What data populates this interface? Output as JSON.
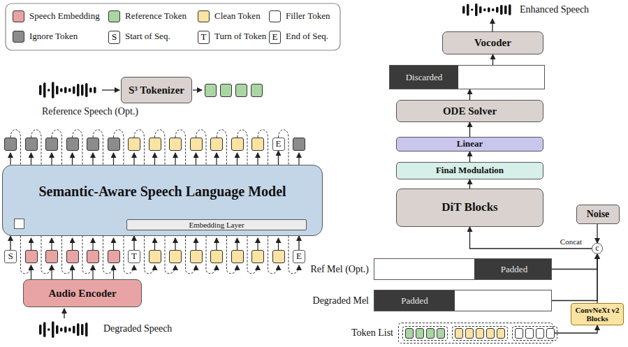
{
  "diagram": {
    "nodes": [
      {
        "text": [
          "S³ Tokenizer"
        ]
      },
      {
        "text": [
          "Semantic-Aware Speech Language Model"
        ]
      },
      {
        "text": [
          "Embedding Layer"
        ],
        "in": 1
      },
      {
        "text": [
          "S"
        ]
      },
      {
        "text": [
          "T"
        ]
      },
      {
        "text": [
          "E"
        ]
      },
      {
        "text": [
          "E"
        ]
      },
      {
        "text": [
          "Audio Encoder"
        ]
      },
      {
        "text": [
          "Vocoder"
        ]
      },
      {
        "text": [
          "Discarded"
        ]
      },
      {
        "text": [
          "ODE Solver"
        ]
      },
      {
        "text": [
          "Linear"
        ]
      },
      {
        "text": [
          "Final Modulation"
        ]
      },
      {
        "text": [
          "DiT Blocks"
        ]
      },
      {
        "text": [
          "Noise"
        ]
      },
      {
        "text": [
          "c"
        ]
      },
      {
        "text": [
          "Ref Mel (Opt.)",
          "Padded"
        ]
      },
      {
        "text": [
          "Degraded Mel",
          "Padded"
        ]
      },
      {
        "text": [
          "ConvNeXt v2 Blocks"
        ]
      },
      {
        "text": [
          "Token List"
        ]
      }
    ],
    "edges": [
      {
        "from": 3,
        "to": 1,
        "arrow": "to"
      },
      {
        "from": 4,
        "to": 1,
        "arrow": "to"
      },
      {
        "from": 5,
        "to": 1,
        "arrow": "to"
      },
      {
        "from": 1,
        "to": 6,
        "arrow": "to"
      },
      {
        "from": 13,
        "to": 12,
        "arrow": "to"
      },
      {
        "from": 12,
        "to": 11,
        "arrow": "to"
      },
      {
        "from": 11,
        "to": 10,
        "arrow": "to"
      },
      {
        "from": 10,
        "to": 9,
        "arrow": "to"
      },
      {
        "from": 9,
        "to": 8,
        "arrow": "to"
      },
      {
        "from": 14,
        "to": 15,
        "arrow": "to"
      },
      {
        "from": 15,
        "to": 13,
        "label": "Concat",
        "arrow": "to"
      },
      {
        "from": 16,
        "to": 15,
        "arrow": "to"
      },
      {
        "from": 17,
        "to": 15,
        "arrow": "to"
      },
      {
        "from": 18,
        "to": 15,
        "arrow": "to"
      },
      {
        "from": 19,
        "to": 18,
        "arrow": "to"
      }
    ],
    "labels": [
      "S",
      "T",
      "E",
      "Reference Speech (Opt.)",
      "Degraded Speech",
      "Enhanced Speech"
    ],
    "legend": [
      {
        "text": "Speech Embedding",
        "color": "#e8a4a4"
      },
      {
        "text": "Reference Token",
        "color": "#a9d6a3"
      },
      {
        "text": "Clean Token",
        "color": "#fbe3a3"
      },
      {
        "text": "Filler Token",
        "color": "#ffffff"
      },
      {
        "text": "Ignore Token",
        "color": "#8c8c8c"
      },
      {
        "text": "Start of Seq."
      },
      {
        "text": "Turn of Token"
      },
      {
        "text": "End of Seq."
      }
    ]
  }
}
